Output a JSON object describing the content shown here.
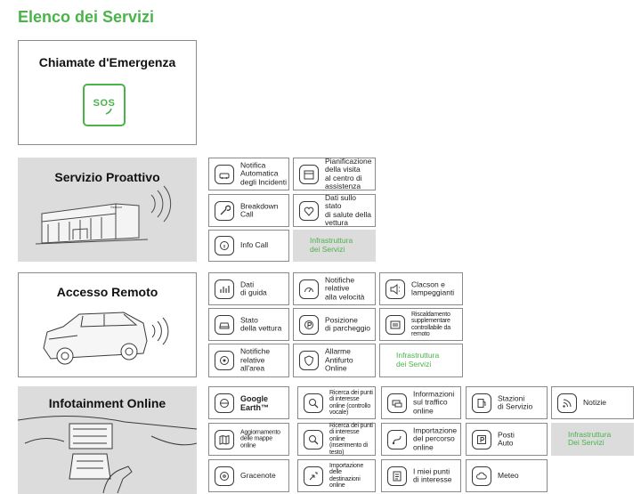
{
  "page": {
    "title": "Elenco dei Servizi"
  },
  "sections": {
    "emergency": {
      "title": "Chiamate d'Emergenza",
      "icon_text": "SOS"
    },
    "proactive": {
      "title": "Servizio Proattivo",
      "building_sign": "Service",
      "tiles": [
        {
          "label": "Notifica\nAutomatica\ndegli Incidenti",
          "icon": "car-crash-icon"
        },
        {
          "label": "Pianificazione\ndella visita\nal centro di\nassistenza",
          "icon": "calendar-icon"
        },
        {
          "label": "Breakdown\nCall",
          "icon": "wrench-icon"
        },
        {
          "label": "Dati sullo stato\ndi salute della\nvettura",
          "icon": "heart-icon"
        },
        {
          "label": "Info Call",
          "icon": "info-icon"
        },
        {
          "label": "Infrastruttura\ndei Servizi",
          "infra": true
        }
      ]
    },
    "remote": {
      "title": "Accesso Remoto",
      "tiles": [
        {
          "label": "Dati\ndi guida",
          "icon": "bar-chart-icon"
        },
        {
          "label": "Notifiche\nrelative\nalla velocità",
          "icon": "speedometer-icon"
        },
        {
          "label": "Clacson e\nlampeggianti",
          "icon": "horn-icon"
        },
        {
          "label": "Stato\ndella vettura",
          "icon": "car-icon"
        },
        {
          "label": "Posizione\ndi parcheggio",
          "icon": "parking-icon"
        },
        {
          "label": "Riscaldamento\nsupplementare\ncontrollabile da\nremoto",
          "icon": "heater-icon",
          "small": true
        },
        {
          "label": "Notifiche\nrelative\nall'area",
          "icon": "area-icon"
        },
        {
          "label": "Allarme\nAntifurto\nOnline",
          "icon": "shield-icon"
        },
        {
          "label": "Infrastruttura\ndei Servizi",
          "infra": true
        }
      ]
    },
    "infotainment": {
      "title": "Infotainment Online",
      "tiles": [
        {
          "label": "Google\nEarth™",
          "icon": "globe-icon",
          "bold": true
        },
        {
          "label": "Ricerca dei punti\ndi interesse\nonline (controllo\nvocale)",
          "icon": "search-icon",
          "small": true
        },
        {
          "label": "Informazioni\nsul traffico\nonline",
          "icon": "traffic-icon"
        },
        {
          "label": "Stazioni\ndi Servizio",
          "icon": "fuel-icon"
        },
        {
          "label": "Notizie",
          "icon": "rss-icon"
        },
        {
          "label": "Aggiornamento\ndelle mappe\nonline",
          "icon": "map-icon",
          "small": true
        },
        {
          "label": "Ricerca dei punti\ndi interesse online\n(inserimento di\ntesto)",
          "icon": "search-icon",
          "small": true
        },
        {
          "label": "Importazione\ndel percorso\nonline",
          "icon": "route-icon"
        },
        {
          "label": "Posti\nAuto",
          "icon": "parking-sign-icon"
        },
        {
          "label": "Infrastruttura\nDei Servizi",
          "infra": true
        },
        {
          "label": "Gracenote",
          "icon": "music-icon"
        },
        {
          "label": "Importazione\ndelle\ndestinazioni\nonline",
          "icon": "destination-icon",
          "small": true
        },
        {
          "label": "I miei punti\ndi interesse",
          "icon": "list-icon"
        },
        {
          "label": "Meteo",
          "icon": "cloud-icon"
        }
      ]
    }
  },
  "colors": {
    "accent": "#4ab34a",
    "panel_grey": "#dcdcdc",
    "border": "#8a8a8a"
  }
}
